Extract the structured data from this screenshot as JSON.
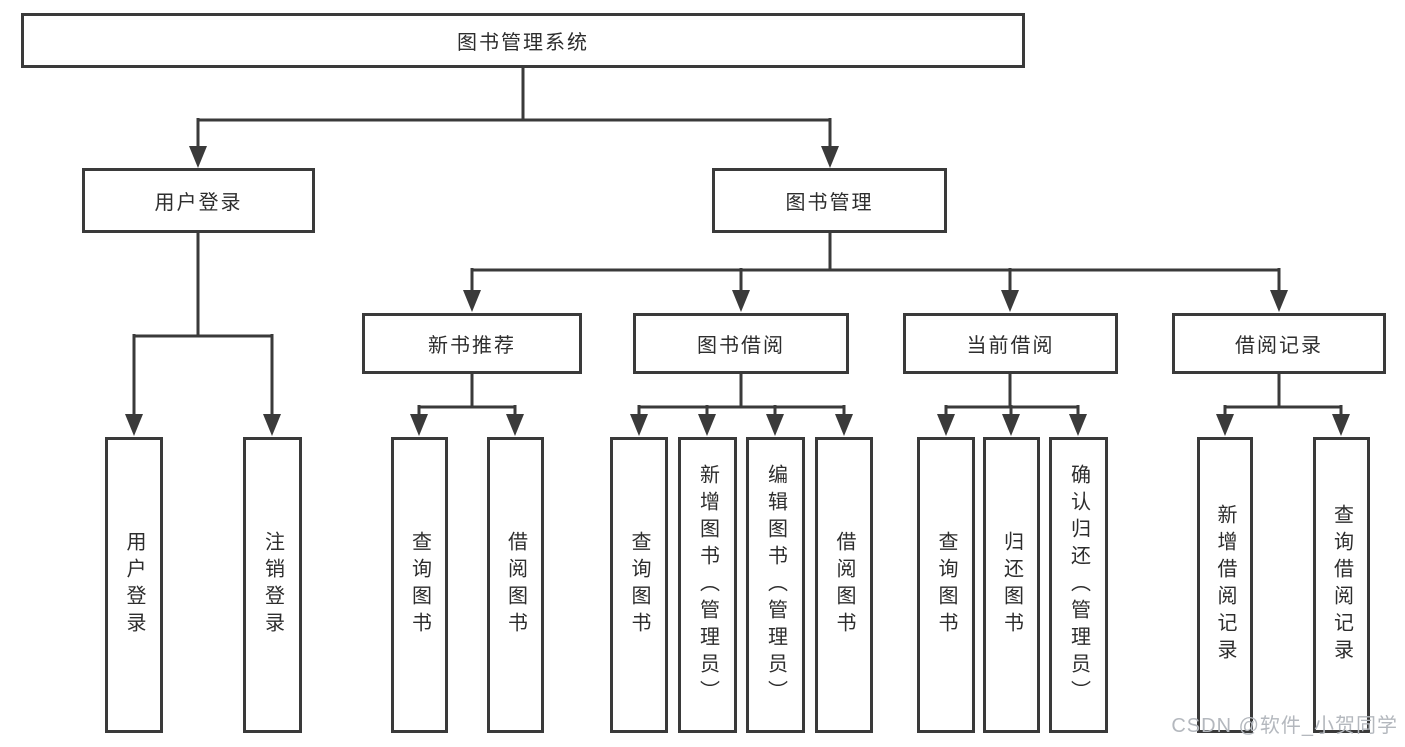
{
  "diagram": {
    "tree": {
      "label": "图书管理系统",
      "children": [
        {
          "label": "用户登录",
          "children": [
            {
              "label": "用户登录"
            },
            {
              "label": "注销登录"
            }
          ]
        },
        {
          "label": "图书管理",
          "children": [
            {
              "label": "新书推荐",
              "children": [
                {
                  "label": "查询图书"
                },
                {
                  "label": "借阅图书"
                }
              ]
            },
            {
              "label": "图书借阅",
              "children": [
                {
                  "label": "查询图书"
                },
                {
                  "label": "新增图书（管理员）"
                },
                {
                  "label": "编辑图书（管理员）"
                },
                {
                  "label": "借阅图书"
                }
              ]
            },
            {
              "label": "当前借阅",
              "children": [
                {
                  "label": "查询图书"
                },
                {
                  "label": "归还图书"
                },
                {
                  "label": "确认归还（管理员）"
                }
              ]
            },
            {
              "label": "借阅记录",
              "children": [
                {
                  "label": "新增借阅记录"
                },
                {
                  "label": "查询借阅记录"
                }
              ]
            }
          ]
        }
      ]
    }
  },
  "watermark": {
    "text": "CSDN @软件_小贺同学"
  },
  "colors": {
    "line": "#3a3a3a",
    "text": "#2d2d2d",
    "watermark": "#b4b8be",
    "background": "#ffffff"
  }
}
